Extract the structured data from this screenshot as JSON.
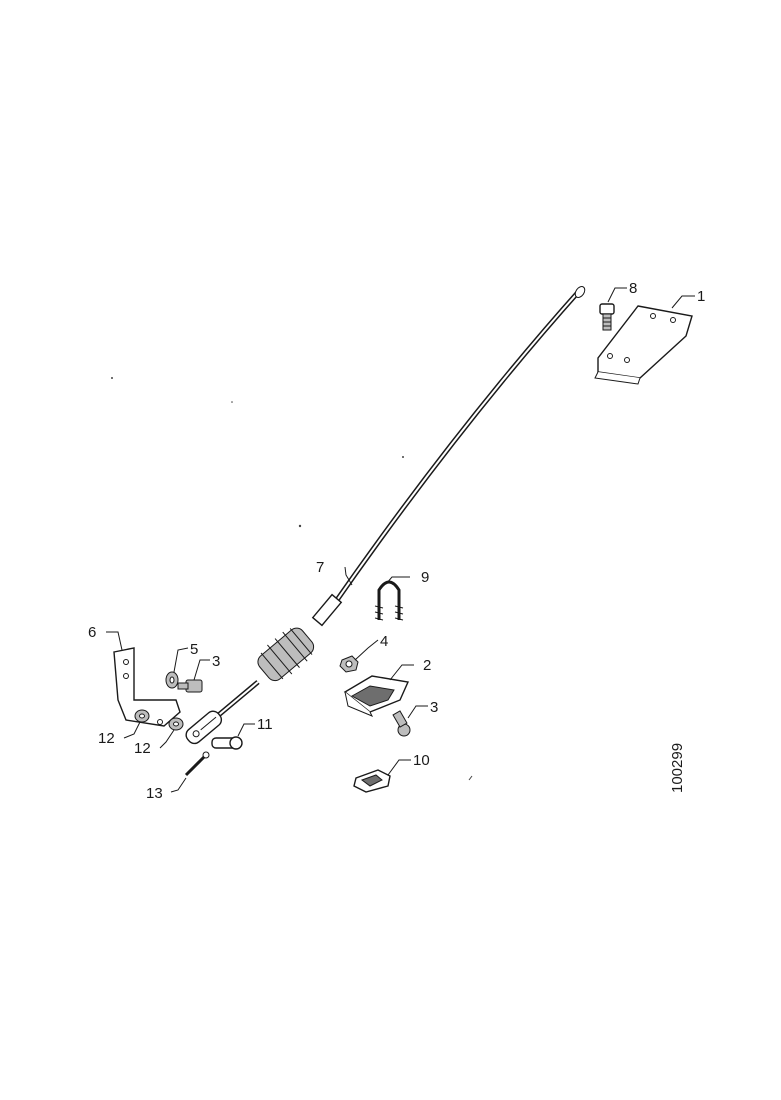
{
  "diagram": {
    "reference_number": "100299",
    "callouts": {
      "c1": "1",
      "c2": "2",
      "c3a": "3",
      "c3b": "3",
      "c4": "4",
      "c5": "5",
      "c6": "6",
      "c7": "7",
      "c8": "8",
      "c9": "9",
      "c10": "10",
      "c11": "11",
      "c12a": "12",
      "c12b": "12",
      "c13": "13"
    }
  }
}
